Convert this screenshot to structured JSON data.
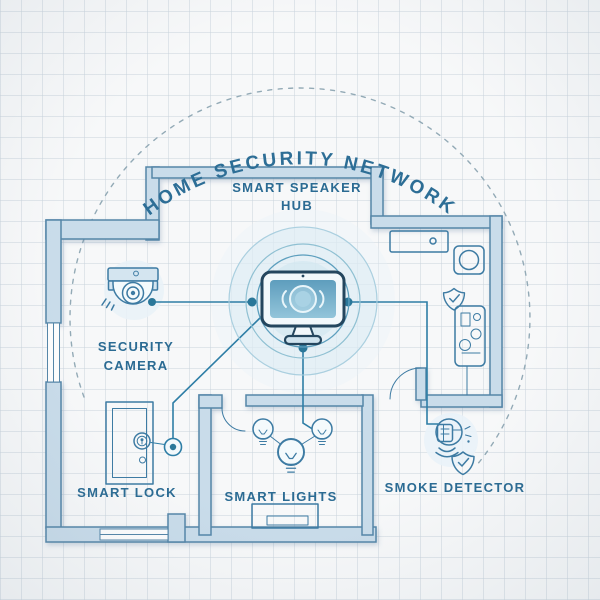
{
  "title": "HOME SECURITY NETWORK",
  "hub": {
    "label_line1": "SMART SPEAKER",
    "label_line2": "HUB"
  },
  "devices": {
    "camera": {
      "line1": "SECURITY",
      "line2": "CAMERA"
    },
    "lock": {
      "label": "SMART LOCK"
    },
    "lights": {
      "label": "SMART LIGHTS"
    },
    "smoke": {
      "label": "SMOKE DETECTOR"
    }
  },
  "connections": [
    {
      "from": "smart-speaker-hub",
      "to": "security-camera"
    },
    {
      "from": "smart-speaker-hub",
      "to": "smart-lock"
    },
    {
      "from": "smart-speaker-hub",
      "to": "smart-lights"
    },
    {
      "from": "smart-speaker-hub",
      "to": "smoke-detector"
    }
  ],
  "colors": {
    "accent_line": "#2e7ea6",
    "wall_fill": "#c9dcea",
    "wall_stroke": "#5586a8",
    "icon_stroke": "#3d7ba3",
    "text": "#2b6b93",
    "dashed_boundary": "#93aab6",
    "hub_bezel": "#24465e",
    "hub_screen": "#6fa9c6",
    "background": "#f7f8f9"
  }
}
